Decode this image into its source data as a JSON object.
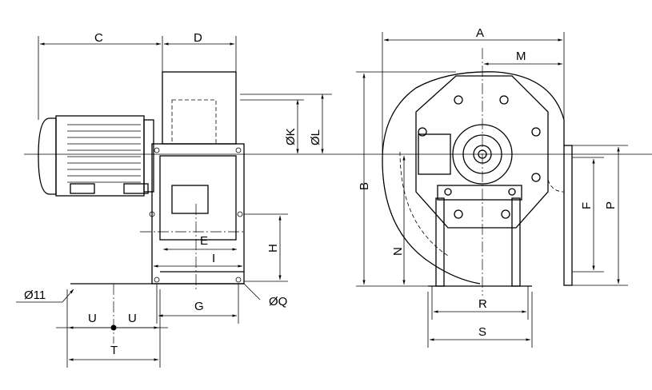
{
  "labels": {
    "C": "C",
    "D": "D",
    "K": "ØK",
    "L": "ØL",
    "E": "E",
    "H": "H",
    "I": "I",
    "G": "G",
    "Q": "ØQ",
    "hole": "Ø11",
    "U1": "U",
    "U2": "U",
    "T": "T",
    "A": "A",
    "M": "M",
    "B": "B",
    "N": "N",
    "F": "F",
    "P": "P",
    "R": "R",
    "S": "S"
  }
}
